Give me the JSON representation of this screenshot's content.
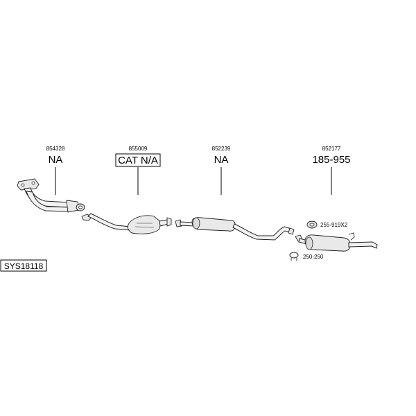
{
  "parts": [
    {
      "id": "part-854328",
      "number": "854328",
      "code": "NA",
      "boxed": false
    },
    {
      "id": "part-855009",
      "number": "855009",
      "code": "CAT N/A",
      "boxed": true
    },
    {
      "id": "part-852239",
      "number": "852239",
      "code": "NA",
      "boxed": false
    },
    {
      "id": "part-852177",
      "number": "852177",
      "code": "185-955",
      "boxed": false
    }
  ],
  "accessories": {
    "gasket": "255-919X2",
    "clamp": "250-250"
  },
  "system_code": "SYS18118"
}
